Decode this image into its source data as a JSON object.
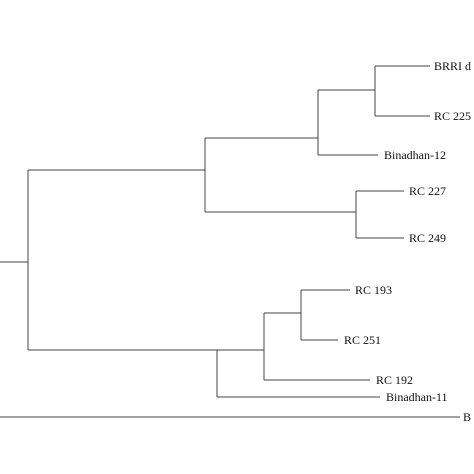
{
  "colors": {
    "background": "#ffffff",
    "border": "#000000",
    "branch": "#444444",
    "text": "#111111"
  },
  "leaves": [
    {
      "label": "BRRI d"
    },
    {
      "label": "RC 225"
    },
    {
      "label": "Binadhan-12"
    },
    {
      "label": "RC 227"
    },
    {
      "label": "RC 249"
    },
    {
      "label": "RC 193"
    },
    {
      "label": "RC 251"
    },
    {
      "label": "RC 192"
    },
    {
      "label": "Binadhan-11"
    },
    {
      "label": "B"
    }
  ]
}
